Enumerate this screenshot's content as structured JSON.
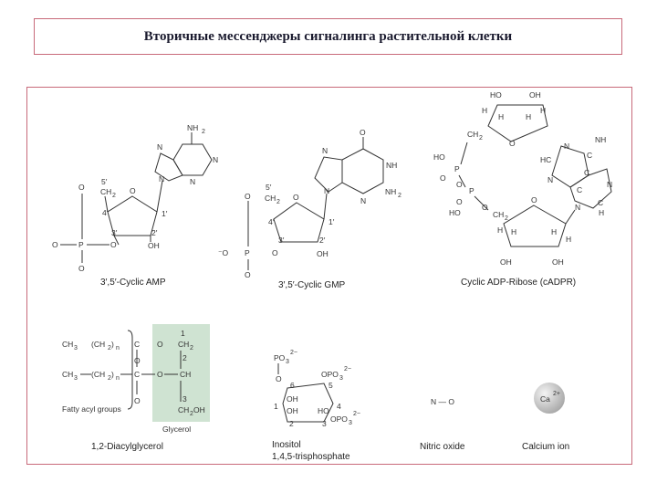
{
  "title": "Вторичные мессенджеры сигналинга растительной клетки",
  "panels": {
    "camp": {
      "caption": "3′,5′-Cyclic AMP"
    },
    "cgmp": {
      "caption": "3′,5′-Cyclic GMP"
    },
    "cadpr": {
      "caption": "Cyclic ADP-Ribose (cADPR)"
    },
    "dag": {
      "caption": "1,2-Diacylglycerol",
      "fatty_label": "Fatty acyl groups",
      "glycerol_label": "Glycerol",
      "glycerol_color": "#cfe3d2"
    },
    "ip3": {
      "caption_line1": "Inositol",
      "caption_line2": "1,4,5-trisphosphate"
    },
    "no": {
      "caption": "Nitric oxide",
      "formula": "N — O"
    },
    "ca": {
      "caption": "Calcium ion",
      "symbol": "Ca",
      "charge": "2+"
    }
  },
  "colors": {
    "frame": "#c86a7a",
    "ion_gray": "#c8c8c8"
  }
}
